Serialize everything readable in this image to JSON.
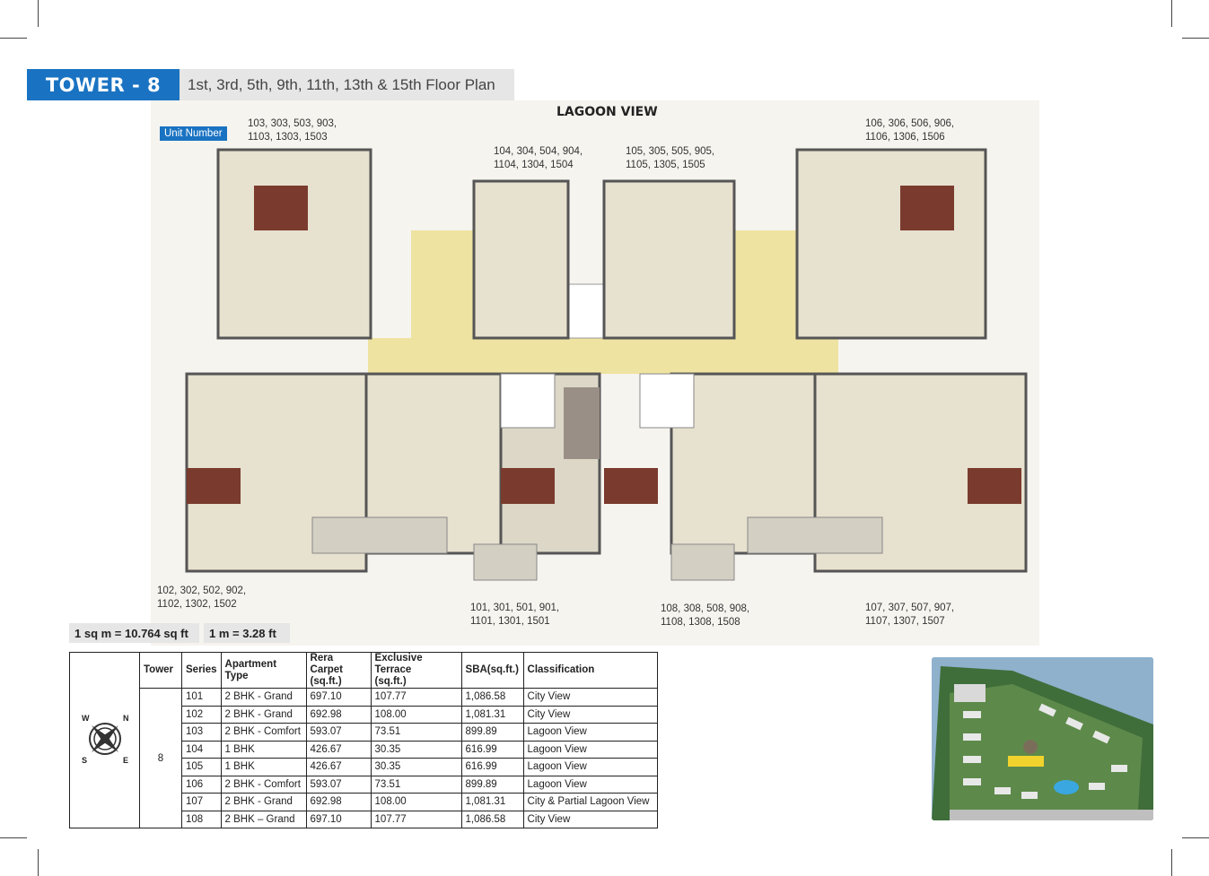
{
  "header": {
    "tower": "TOWER - 8",
    "floors": "1st, 3rd, 5th, 9th, 11th, 13th & 15th Floor Plan"
  },
  "plan": {
    "view_title": "LAGOON VIEW",
    "unit_badge": "Unit Number",
    "unit_groups": {
      "u103": [
        "103, 303, 503, 903,",
        "1103, 1303, 1503"
      ],
      "u104": [
        "104, 304, 504, 904,",
        "1104, 1304, 1504"
      ],
      "u105": [
        "105, 305, 505, 905,",
        "1105, 1305, 1505"
      ],
      "u106": [
        "106, 306, 506, 906,",
        "1106, 1306, 1506"
      ],
      "u102": [
        "102, 302, 502, 902,",
        "1102, 1302, 1502"
      ],
      "u101": [
        "101, 301, 501, 901,",
        "1101, 1301, 1501"
      ],
      "u108": [
        "108, 308, 508, 908,",
        "1108, 1308, 1508"
      ],
      "u107": [
        "107, 307, 507, 907,",
        "1107, 1307, 1507"
      ]
    }
  },
  "conversions": {
    "sqm": "1 sq m = 10.764 sq ft",
    "m": "1 m = 3.28 ft"
  },
  "compass": [
    "W",
    "N",
    "S",
    "E"
  ],
  "table": {
    "headers": [
      "Tower",
      "Series",
      "Apartment Type",
      "Rera Carpet\n(sq.ft.)",
      "Exclusive Terrace\n(sq.ft.)",
      "SBA(sq.ft.)",
      "Classification"
    ],
    "tower": "8",
    "rows": [
      [
        "101",
        "2 BHK - Grand",
        "697.10",
        "107.77",
        "1,086.58",
        "City View"
      ],
      [
        "102",
        "2 BHK - Grand",
        "692.98",
        "108.00",
        "1,081.31",
        "City View"
      ],
      [
        "103",
        "2 BHK - Comfort",
        "593.07",
        "73.51",
        "899.89",
        "Lagoon View"
      ],
      [
        "104",
        "1 BHK",
        "426.67",
        "30.35",
        "616.99",
        "Lagoon View"
      ],
      [
        "105",
        "1 BHK",
        "426.67",
        "30.35",
        "616.99",
        "Lagoon View"
      ],
      [
        "106",
        "2 BHK - Comfort",
        "593.07",
        "73.51",
        "899.89",
        "Lagoon View"
      ],
      [
        "107",
        "2 BHK - Grand",
        "692.98",
        "108.00",
        "1,081.31",
        "City & Partial Lagoon View"
      ],
      [
        "108",
        "2 BHK – Grand",
        "697.10",
        "107.77",
        "1,086.58",
        "City View"
      ]
    ]
  },
  "colors": {
    "brand_blue": "#1a73c2",
    "lobby_yellow": "#efe3a2",
    "wall_brown": "#7a3b2e",
    "floor_beige": "#e7e1cf"
  }
}
